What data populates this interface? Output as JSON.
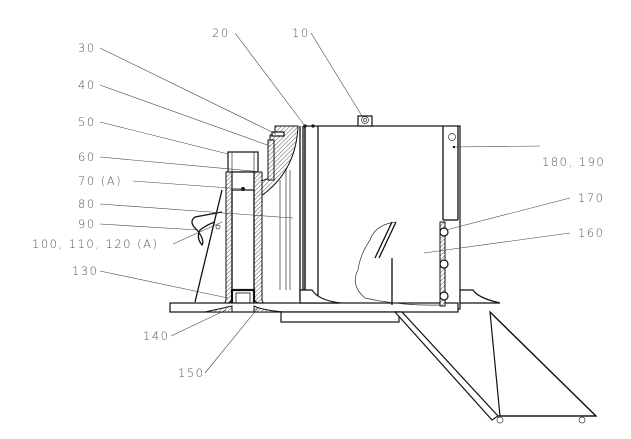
{
  "drawing": {
    "type": "technical-assembly-section-drawing",
    "labels": [
      {
        "id": "10",
        "text": "10"
      },
      {
        "id": "20",
        "text": "20"
      },
      {
        "id": "30",
        "text": "30"
      },
      {
        "id": "40",
        "text": "40"
      },
      {
        "id": "50",
        "text": "50"
      },
      {
        "id": "60",
        "text": "60"
      },
      {
        "id": "70",
        "text": "70 (A)"
      },
      {
        "id": "80",
        "text": "80"
      },
      {
        "id": "90",
        "text": "90"
      },
      {
        "id": "100",
        "text": "100, 110, 120 (A)"
      },
      {
        "id": "130",
        "text": "130"
      },
      {
        "id": "140",
        "text": "140"
      },
      {
        "id": "150",
        "text": "150"
      },
      {
        "id": "160",
        "text": "160"
      },
      {
        "id": "170",
        "text": "170"
      },
      {
        "id": "180",
        "text": "180, 190"
      }
    ]
  }
}
